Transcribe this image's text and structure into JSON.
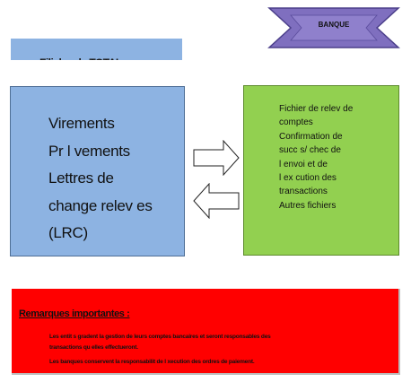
{
  "banque": {
    "label": "BANQUE"
  },
  "filiales": {
    "title": "Filiales de TOTAL"
  },
  "left_box": {
    "items": [
      "Virements",
      "Pr l vements",
      "Lettres de",
      "change relev es",
      "(LRC)"
    ]
  },
  "right_box": {
    "items": [
      "Fichier de relev  de",
      "comptes",
      "Confirmation de",
      "succ s/  chec de",
      "l envoi et de",
      "l ex cution des",
      "transactions",
      "Autres fichiers"
    ]
  },
  "remarks": {
    "title": "Remarques importantes :",
    "lines": [
      "Les entit  s gradent la gestion de leurs comptes bancaires et seront responsables des",
      "transactions qu elles effectueront.",
      "Les banques conservent la responsabilit   de l   xecution des ordres de paiement."
    ]
  },
  "colors": {
    "banque_fill": "#7f6fbf",
    "blue_box": "#8db3e2",
    "green_box": "#92d050",
    "remarks_fill": "#ff0000"
  },
  "icons": {
    "right_arrow": "outline-right-arrow",
    "left_arrow": "outline-left-arrow"
  }
}
